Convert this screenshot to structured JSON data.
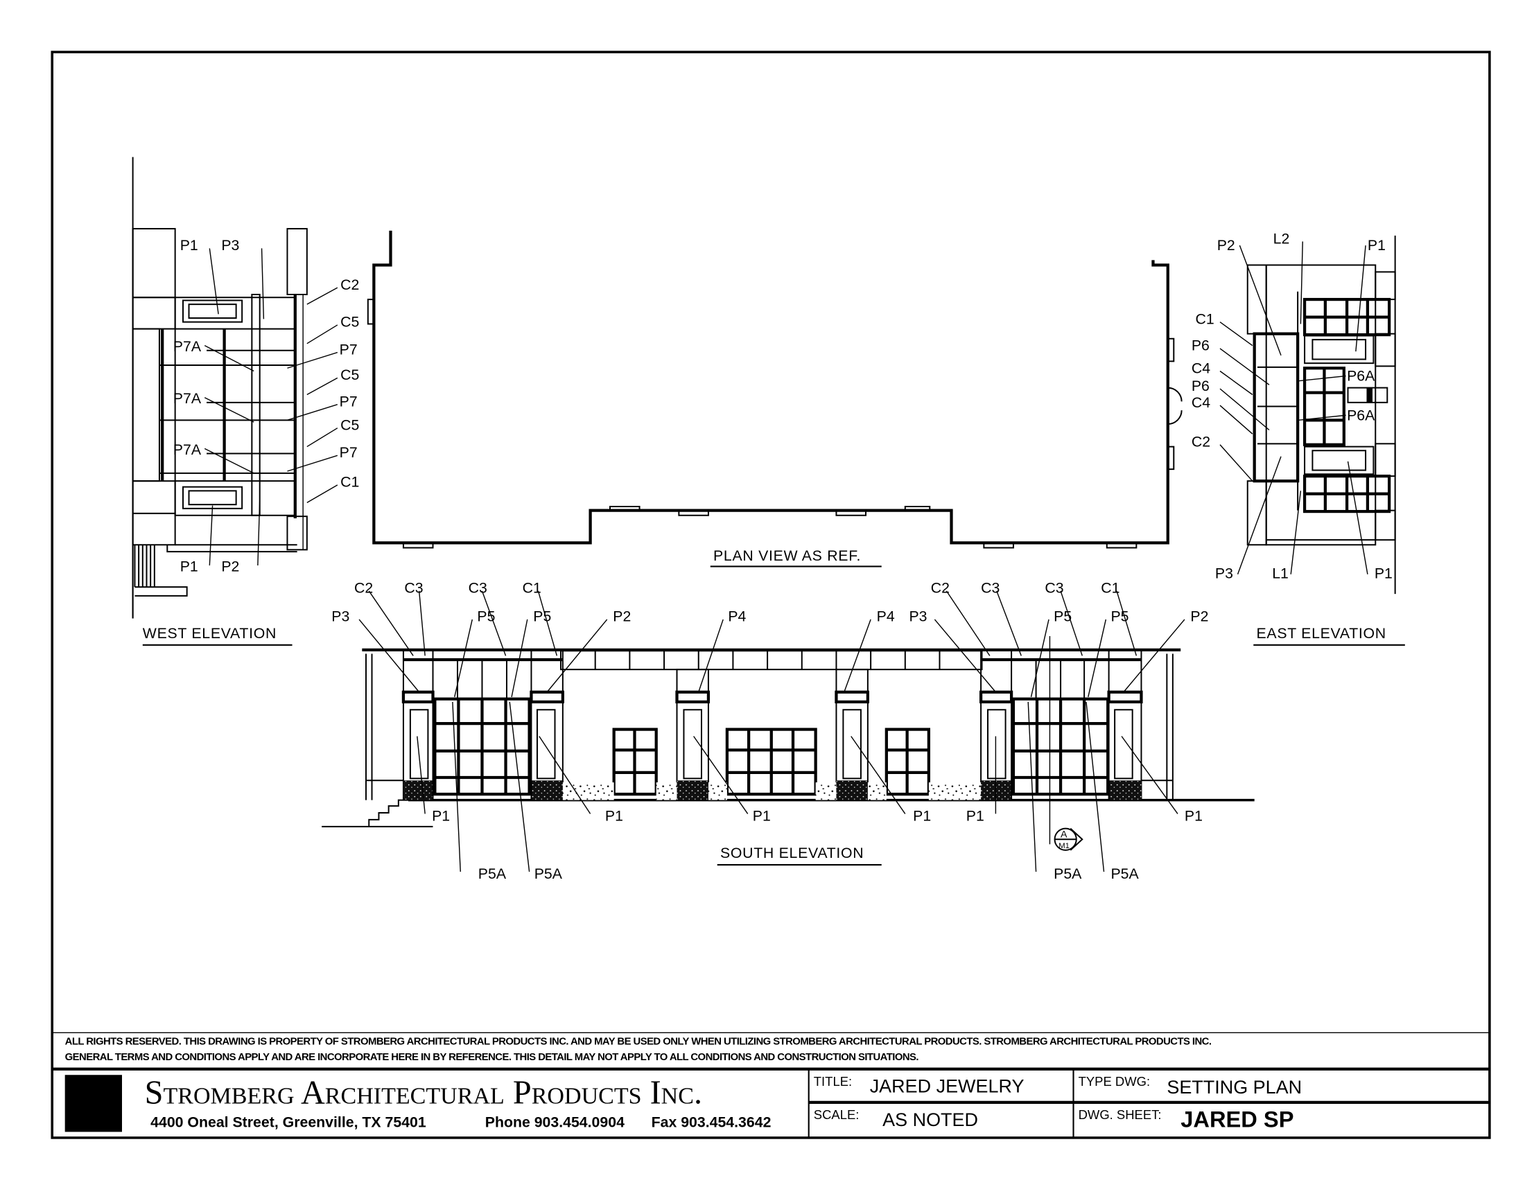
{
  "sheet": {
    "west": {
      "title": "WEST ELEVATION",
      "labels": [
        "P1",
        "P3",
        "C2",
        "C5",
        "P7",
        "C5",
        "P7",
        "C5",
        "P7",
        "C1",
        "P7A",
        "P7A",
        "P7A",
        "P1",
        "P2"
      ]
    },
    "plan": {
      "title": "PLAN VIEW AS REF."
    },
    "east": {
      "title": "EAST ELEVATION",
      "labels": [
        "P2",
        "L2",
        "P1",
        "C1",
        "P6",
        "C4",
        "P6",
        "C4",
        "C2",
        "P6A",
        "P6A",
        "P3",
        "L1",
        "P1"
      ]
    },
    "south": {
      "title": "SOUTH ELEVATION",
      "labels": [
        "C2",
        "C3",
        "C3",
        "C1",
        "P3",
        "P5",
        "P5",
        "P2",
        "P4",
        "P4",
        "P3",
        "C2",
        "C3",
        "C3",
        "C1",
        "P5",
        "P5",
        "P2",
        "P1",
        "P1",
        "P1",
        "P1",
        "P1",
        "P1",
        "P5A",
        "P5A",
        "P5A",
        "P5A"
      ],
      "section_marker": {
        "letter": "A",
        "sheet": "M1"
      }
    }
  },
  "disclaimer": [
    "ALL RIGHTS RESERVED. THIS DRAWING IS PROPERTY OF STROMBERG ARCHITECTURAL PRODUCTS INC. AND MAY BE USED ONLY WHEN UTILIZING STROMBERG ARCHITECTURAL PRODUCTS.  STROMBERG ARCHITECTURAL PRODUCTS INC.",
    "GENERAL TERMS AND CONDITIONS APPLY AND ARE INCORPORATE HERE IN BY REFERENCE.  THIS DETAIL MAY NOT APPLY TO ALL CONDITIONS AND CONSTRUCTION SITUATIONS."
  ],
  "titleblock": {
    "company": "Stromberg Architectural Products Inc.",
    "address": "4400 Oneal Street, Greenville, TX  75401",
    "phone": "Phone 903.454.0904",
    "fax": "Fax 903.454.3642",
    "title_label": "TITLE:",
    "title_value": "JARED JEWELRY",
    "type_label": "TYPE DWG:",
    "type_value": "SETTING PLAN",
    "scale_label": "SCALE:",
    "scale_value": "AS NOTED",
    "sheet_label": "DWG. SHEET:",
    "sheet_value": "JARED SP"
  }
}
